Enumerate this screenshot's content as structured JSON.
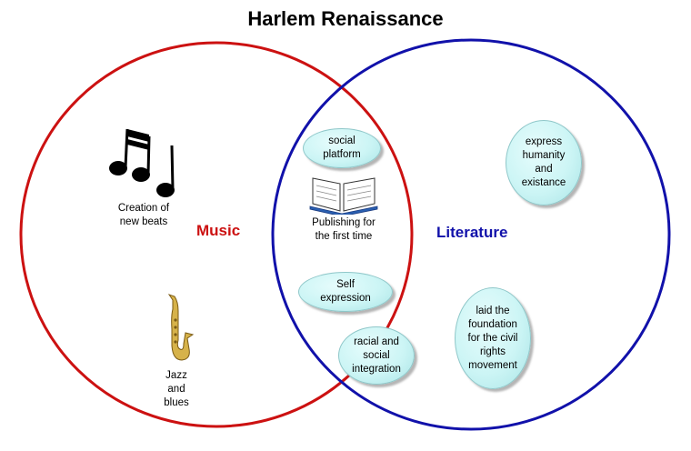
{
  "title": "Harlem Renaissance",
  "sets": {
    "music": {
      "label": "Music",
      "color": "#cc1111"
    },
    "literature": {
      "label": "Literature",
      "color": "#1111aa"
    }
  },
  "music_items": {
    "notes_caption": "Creation of\nnew beats",
    "sax_caption": "Jazz\nand\nblues"
  },
  "overlap_items": {
    "social_platform": "social\nplatform",
    "book_caption": "Publishing for\nthe first time",
    "self_expression": "Self\nexpression",
    "racial_integration": "racial and\nsocial\nintegration"
  },
  "literature_items": {
    "humanity": "express\nhumanity\nand\nexistance",
    "foundation": "laid the\nfoundation\nfor the civil\nrights\nmovement"
  },
  "icons": [
    "music-notes-icon",
    "open-book-icon",
    "saxophone-icon"
  ]
}
